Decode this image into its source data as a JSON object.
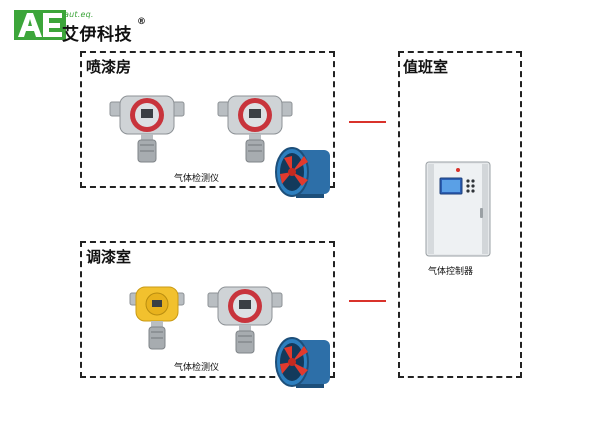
{
  "logo": {
    "mark": "AE",
    "subtitle": "aut.eq.",
    "name": "艾伊科技",
    "registered": "®",
    "color": "#3ca53a"
  },
  "zones": {
    "spray_room": {
      "title": "喷漆房",
      "caption": "气体检测仪"
    },
    "mixing_room": {
      "title": "调漆室",
      "caption": "气体检测仪"
    },
    "duty_room": {
      "title": "值班室",
      "caption": "气体控制器"
    }
  },
  "colors": {
    "border": "#222222",
    "link": "#d9322b",
    "detector_body": "#cfd3d6",
    "detector_ring": "#c8343c",
    "detector_yellow": "#f2c12e",
    "fan_blue": "#2d7fbf",
    "fan_blade": "#e23a2e"
  },
  "icons": {
    "detector": "gas-detector-icon",
    "fan": "axial-fan-icon",
    "controller": "gas-controller-icon"
  }
}
